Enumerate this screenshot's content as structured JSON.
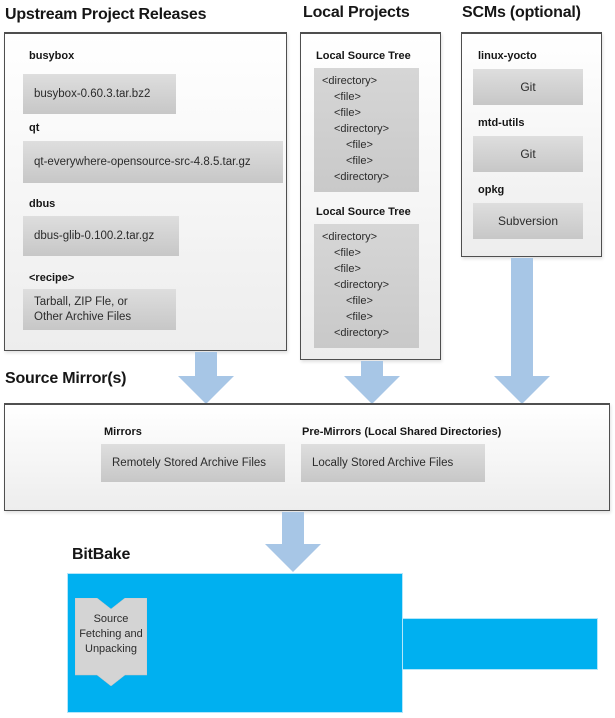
{
  "headings": {
    "upstream": "Upstream Project Releases",
    "local": "Local Projects",
    "scms": "SCMs (optional)",
    "mirrors": "Source Mirror(s)",
    "bitbake": "BitBake"
  },
  "upstream": {
    "items": [
      {
        "label": "busybox",
        "value": "busybox-0.60.3.tar.bz2"
      },
      {
        "label": "qt",
        "value": "qt-everywhere-opensource-src-4.8.5.tar.gz"
      },
      {
        "label": "dbus",
        "value": "dbus-glib-0.100.2.tar.gz"
      },
      {
        "label": "<recipe>",
        "value": "Tarball, ZIP Fle, or\nOther Archive Files"
      }
    ]
  },
  "local": {
    "trees": [
      {
        "label": "Local Source Tree",
        "lines": [
          {
            "text": "<directory>",
            "indent": 0
          },
          {
            "text": "<file>",
            "indent": 1
          },
          {
            "text": "<file>",
            "indent": 1
          },
          {
            "text": "<directory>",
            "indent": 1
          },
          {
            "text": "<file>",
            "indent": 2
          },
          {
            "text": "<file>",
            "indent": 2
          },
          {
            "text": "<directory>",
            "indent": 1
          }
        ]
      },
      {
        "label": "Local Source Tree",
        "lines": [
          {
            "text": "<directory>",
            "indent": 0
          },
          {
            "text": "<file>",
            "indent": 1
          },
          {
            "text": "<file>",
            "indent": 1
          },
          {
            "text": "<directory>",
            "indent": 1
          },
          {
            "text": "<file>",
            "indent": 2
          },
          {
            "text": "<file>",
            "indent": 2
          },
          {
            "text": "<directory>",
            "indent": 1
          }
        ]
      }
    ]
  },
  "scms": {
    "items": [
      {
        "label": "linux-yocto",
        "value": "Git"
      },
      {
        "label": "mtd-utils",
        "value": "Git"
      },
      {
        "label": "opkg",
        "value": "Subversion"
      }
    ]
  },
  "mirrors": {
    "items": [
      {
        "label": "Mirrors",
        "value": "Remotely Stored Archive Files"
      },
      {
        "label": "Pre-Mirrors (Local Shared Directories)",
        "value": "Locally Stored Archive Files"
      }
    ]
  },
  "bitbake": {
    "process_label": "Source\nFetching and\nUnpacking"
  },
  "colors": {
    "accent_cyan": "#00b0f0",
    "arrow_blue": "#a7c6e6",
    "box_border": "#4f4f4f"
  }
}
